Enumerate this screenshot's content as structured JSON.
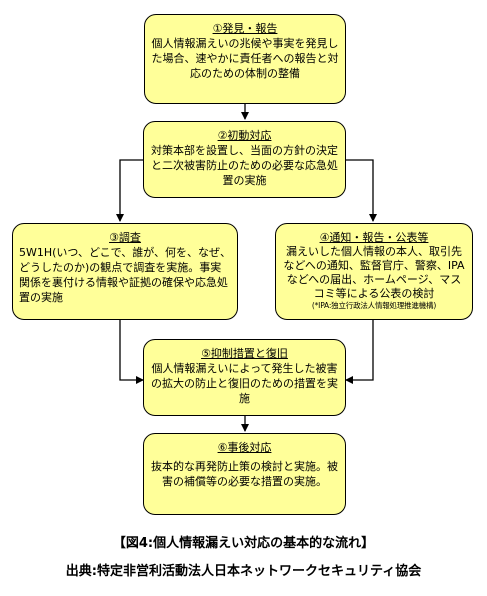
{
  "flow": {
    "step1": {
      "title": "①発見・報告",
      "body": "個人情報漏えいの兆候や事実を発見した場合、速やかに責任者への報告と対応のための体制の整備"
    },
    "step2": {
      "title": "②初動対応",
      "body": "対策本部を設置し、当面の方針の決定と二次被害防止のための必要な応急処置の実施"
    },
    "step3": {
      "title": "③調査",
      "body": "5W1H(いつ、どこで、誰が、何を、なぜ、どうしたのか)の観点で調査を実施。事実関係を裏付ける情報や証拠の確保や応急処置の実施"
    },
    "step4": {
      "title": "④通知・報告・公表等",
      "body": "漏えいした個人情報の本人、取引先などへの通知、監督官庁、警察、IPAなどへの届出、ホームページ、マスコミ等による公表の検討",
      "note": "(*IPA:独立行政法人情報処理推進機構)"
    },
    "step5": {
      "title": "⑤抑制措置と復旧",
      "body": "個人情報漏えいによって発生した被害の拡大の防止と復旧のための措置を実施"
    },
    "step6": {
      "title": "⑥事後対応",
      "body": "抜本的な再発防止策の検討と実施。被害の補償等の必要な措置の実施。"
    }
  },
  "caption": {
    "figure": "【図4:個人情報漏えい対応の基本的な流れ】",
    "source": "出典:特定非営利活動法人日本ネットワークセキュリティ協会"
  }
}
